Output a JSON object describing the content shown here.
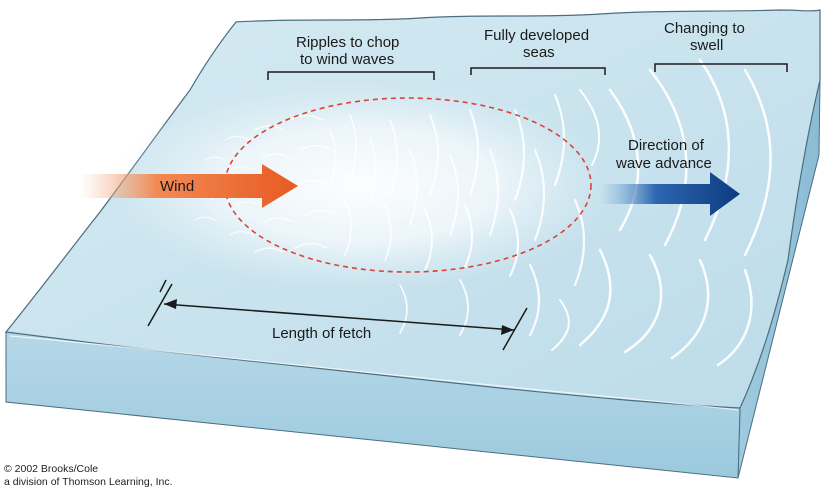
{
  "labels": {
    "ripples_line1": "Ripples to chop",
    "ripples_line2": "to wind waves",
    "developed_line1": "Fully developed",
    "developed_line2": "seas",
    "swell_line1": "Changing to",
    "swell_line2": "swell",
    "direction_line1": "Direction of",
    "direction_line2": "wave advance",
    "wind": "Wind",
    "fetch": "Length of fetch"
  },
  "credit": {
    "line1": "© 2002 Brooks/Cole",
    "line2": "a division of Thomson Learning, Inc."
  },
  "colors": {
    "water_top": "#c9e3ee",
    "water_side": "#a7d0e3",
    "wind_arrow": "#e8622a",
    "direction_arrow": "#0f3f86",
    "fetch_boundary": "#d9443a"
  }
}
